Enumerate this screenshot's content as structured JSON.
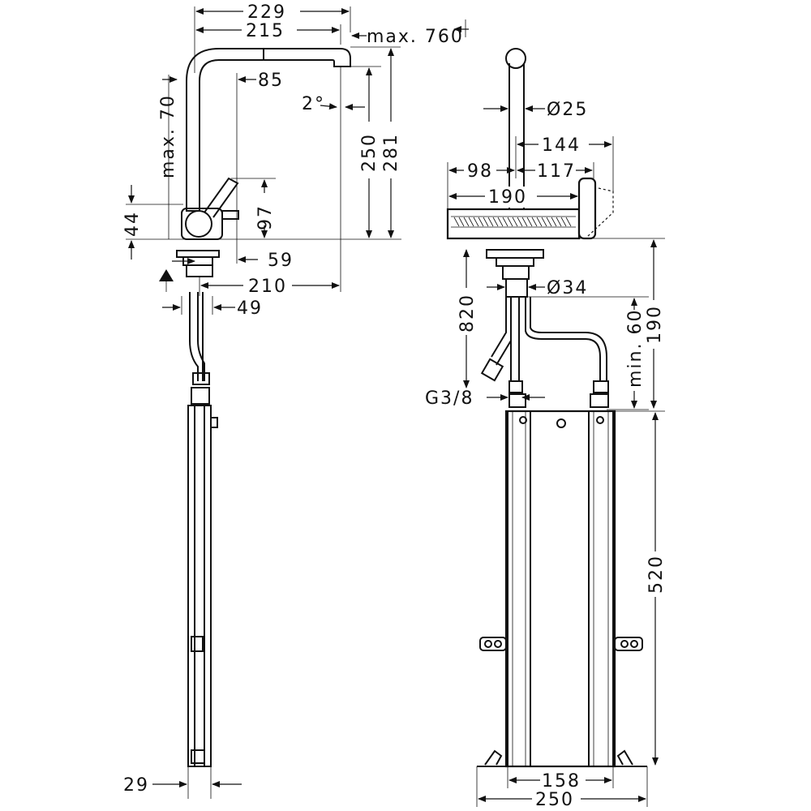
{
  "labels": {
    "d229": "229",
    "d215": "215",
    "dmax760": "max. 760",
    "d85": "85",
    "d2deg": "2°",
    "dmax70": "max. 70",
    "d250": "250",
    "d281": "281",
    "d97": "97",
    "d44": "44",
    "d59": "59",
    "d210": "210",
    "d49": "49",
    "d29": "29",
    "dia25": "Ø25",
    "d144": "144",
    "d98": "98",
    "d117": "117",
    "d190a": "190",
    "dia34": "Ø34",
    "d820": "820",
    "dmin60": "min. 60",
    "d190b": "190",
    "g38": "G3/8",
    "d520": "520",
    "d158": "158",
    "d250b": "250"
  }
}
